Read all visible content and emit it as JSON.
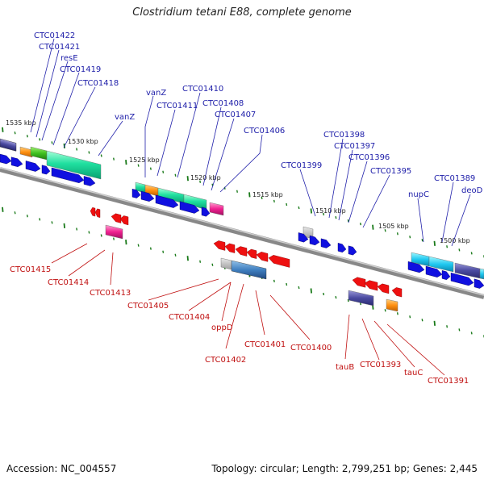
{
  "title": "Clostridium tetani E88, complete genome",
  "footer": {
    "accession": "Accession: NC_004557",
    "summary": "Topology: circular; Length: 2,799,251 bp; Genes: 2,445"
  },
  "scale_labels": [
    "1535 kbp",
    "1530 kbp",
    "1525 kbp",
    "1520 kbp",
    "1515 kbp",
    "1510 kbp",
    "1505 kbp",
    "1500 kbp"
  ],
  "top_gene_labels": [
    "CTC01422",
    "CTC01421",
    "resE",
    "CTC01419",
    "CTC01418",
    "vanZ",
    "vanZ",
    "CTC01410",
    "CTC01411",
    "CTC01408",
    "CTC01407",
    "CTC01406",
    "CTC01398",
    "CTC01397",
    "CTC01399",
    "CTC01396",
    "CTC01395",
    "CTC01389",
    "nupC",
    "deoD"
  ],
  "bottom_gene_labels": [
    "CTC01415",
    "CTC01414",
    "CTC01413",
    "CTC01405",
    "CTC01404",
    "oppD",
    "CTC01402",
    "CTC01401",
    "CTC01400",
    "tauB",
    "CTC01393",
    "tauC",
    "CTC01391"
  ],
  "colors": {
    "backbone": "#808080",
    "forward_cds": "#1010e0",
    "reverse_cds": "#ee1010",
    "label_top": "#2020aa",
    "label_bottom": "#c01010",
    "scale_dots": "#1a7a1a"
  }
}
